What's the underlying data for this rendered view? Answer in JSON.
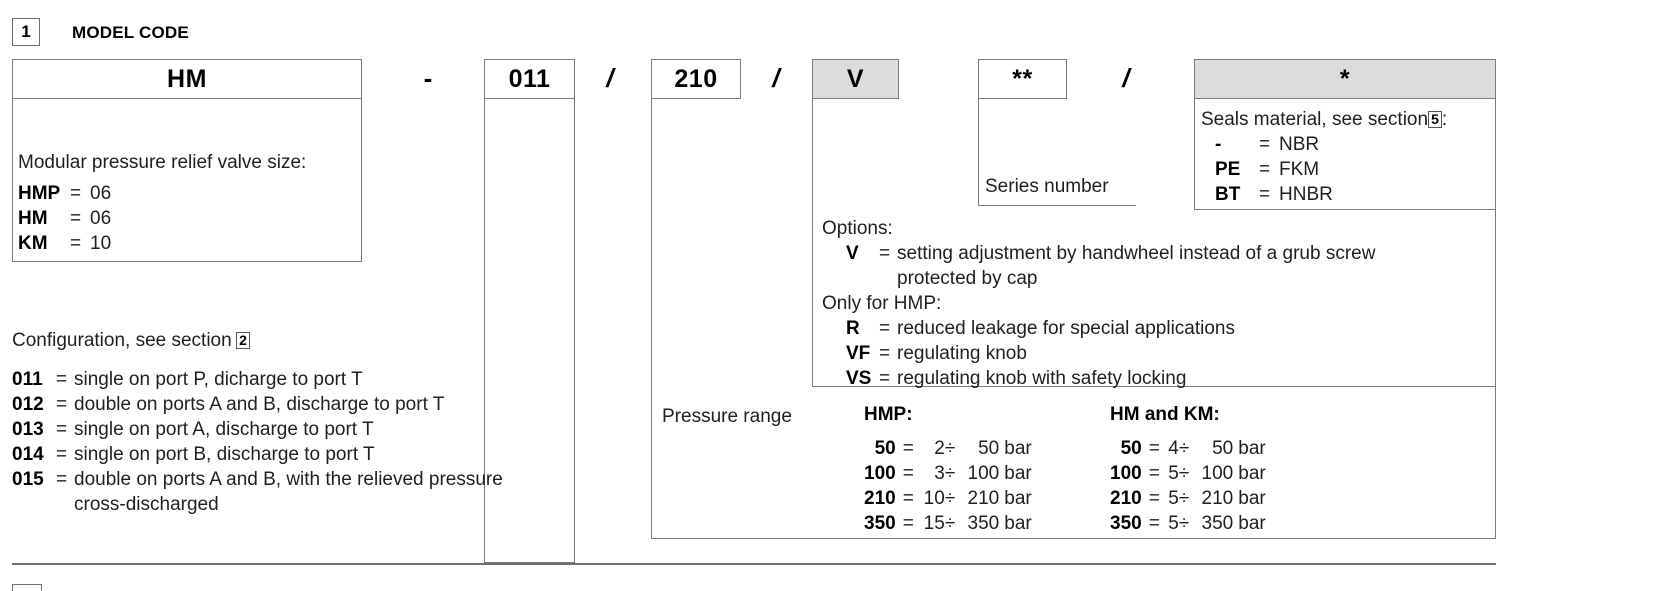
{
  "section": {
    "number": "1",
    "title": "MODEL CODE"
  },
  "code_string": {
    "model": "HM",
    "dash": "-",
    "configuration": "011",
    "slash1": "/",
    "pressure": "210",
    "slash2": "/",
    "options": "V",
    "series": "**",
    "slash3": "/",
    "seals": "*"
  },
  "model_panel": {
    "title": "Modular pressure relief valve size:",
    "items": [
      {
        "code": "HMP",
        "eq": "=",
        "value": "06"
      },
      {
        "code": "HM",
        "eq": "=",
        "value": "06"
      },
      {
        "code": "KM",
        "eq": "=",
        "value": "10"
      }
    ]
  },
  "configuration_panel": {
    "title_prefix": "Configuration, see section",
    "title_section_ref": "2",
    "items": [
      {
        "code": "011",
        "eq": "=",
        "text": "single on port P, dicharge to port T"
      },
      {
        "code": "012",
        "eq": "=",
        "text": "double on ports A and B, discharge to port T"
      },
      {
        "code": "013",
        "eq": "=",
        "text": "single on port A, discharge to port T"
      },
      {
        "code": "014",
        "eq": "=",
        "text": "single on port B, discharge to port T"
      },
      {
        "code": "015",
        "eq": "=",
        "text": "double on ports A and  B, with the relieved pressure"
      }
    ],
    "continuation": "cross-discharged"
  },
  "series_panel": {
    "label": "Series number"
  },
  "seals_panel": {
    "title_prefix": "Seals material, see section",
    "title_section_ref": "5",
    "title_suffix": ":",
    "items": [
      {
        "code": "-",
        "eq": "=",
        "value": "NBR"
      },
      {
        "code": "PE",
        "eq": "=",
        "value": "FKM"
      },
      {
        "code": "BT",
        "eq": "=",
        "value": "HNBR"
      }
    ]
  },
  "options_panel": {
    "heading": "Options:",
    "items": [
      {
        "code": "V",
        "eq": "=",
        "text": "setting adjustment by handwheel instead of a grub screw"
      }
    ],
    "continuation": "protected by cap",
    "subheading": "Only for HMP:",
    "sub_items": [
      {
        "code": "R",
        "eq": "=",
        "text": "reduced leakage for special applications"
      },
      {
        "code": "VF",
        "eq": "=",
        "text": "regulating knob"
      },
      {
        "code": "VS",
        "eq": "=",
        "text": "regulating knob with safety locking"
      }
    ]
  },
  "pressure_panel": {
    "label": "Pressure range",
    "columns": [
      {
        "header": "HMP:",
        "rows": [
          {
            "code": "50",
            "eq": "=",
            "low": "2",
            "div": "÷",
            "high": "50",
            "unit": "bar"
          },
          {
            "code": "100",
            "eq": "=",
            "low": "3",
            "div": "÷",
            "high": "100",
            "unit": "bar"
          },
          {
            "code": "210",
            "eq": "=",
            "low": "10",
            "div": "÷",
            "high": "210",
            "unit": "bar"
          },
          {
            "code": "350",
            "eq": "=",
            "low": "15",
            "div": "÷",
            "high": "350",
            "unit": "bar"
          }
        ]
      },
      {
        "header": "HM and KM:",
        "rows": [
          {
            "code": "50",
            "eq": "=",
            "low": "4",
            "div": "÷",
            "high": "50",
            "unit": "bar"
          },
          {
            "code": "100",
            "eq": "=",
            "low": "5",
            "div": "÷",
            "high": "100",
            "unit": "bar"
          },
          {
            "code": "210",
            "eq": "=",
            "low": "5",
            "div": "÷",
            "high": "210",
            "unit": "bar"
          },
          {
            "code": "350",
            "eq": "=",
            "low": "5",
            "div": "÷",
            "high": "350",
            "unit": "bar"
          }
        ]
      }
    ]
  },
  "colors": {
    "shaded_box": "#dcdcdc",
    "border": "#7a7a7a",
    "text": "#1f1f1f"
  }
}
